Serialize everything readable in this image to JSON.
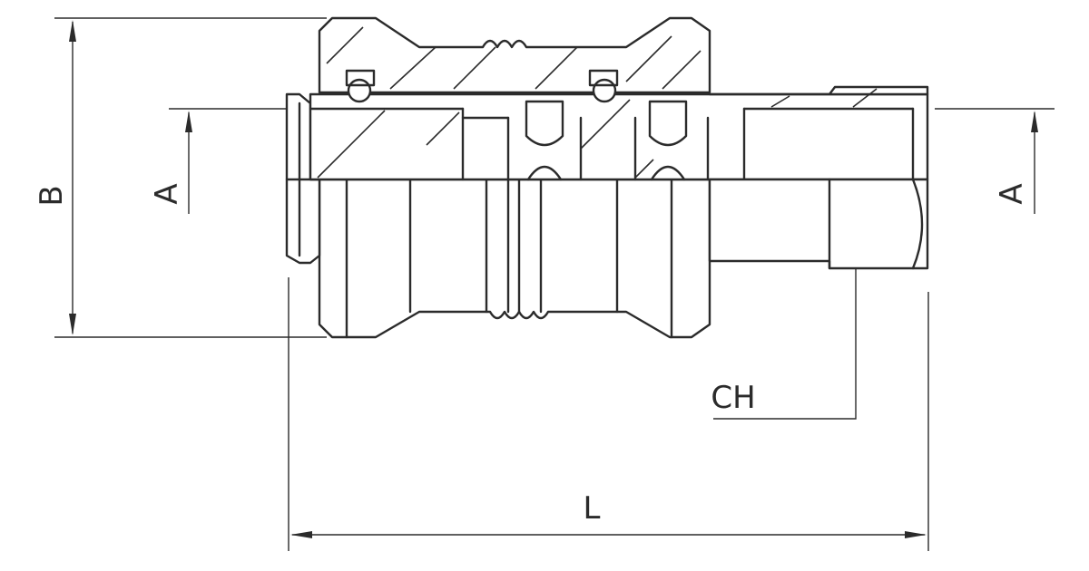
{
  "dimensions": {
    "b_label": "B",
    "a_left_label": "A",
    "a_right_label": "A",
    "ch_label": "CH",
    "l_label": "L"
  },
  "colors": {
    "line": "#2b2b2b",
    "background": "#ffffff"
  }
}
